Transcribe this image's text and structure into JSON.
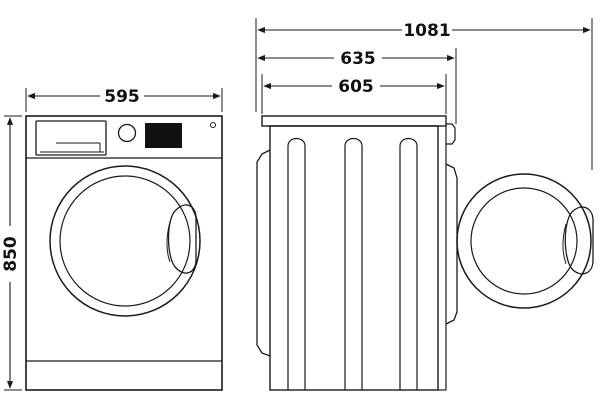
{
  "drawing": {
    "dimensions": {
      "front_width": "595",
      "height": "850",
      "total_depth_door_open": "1081",
      "depth_with_door": "635",
      "depth_body": "605"
    },
    "colors": {
      "line": "#1a1a1a",
      "panel_fill": "#111111",
      "background": "#ffffff"
    }
  }
}
